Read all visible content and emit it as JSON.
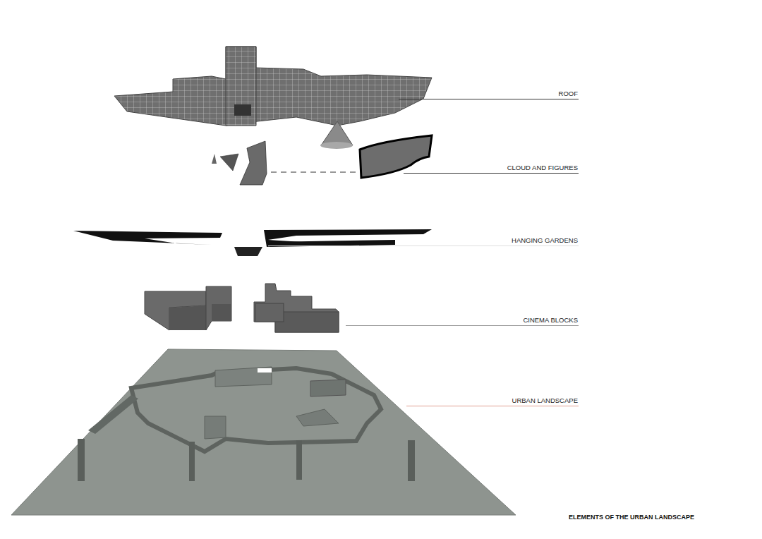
{
  "diagram": {
    "caption": "ELEMENTS OF THE URBAN LANDSCAPE",
    "labels": [
      "ROOF",
      "CLOUD AND FIGURES",
      "HANGING GARDENS",
      "CINEMA BLOCKS",
      "URBAN LANDSCAPE"
    ]
  }
}
